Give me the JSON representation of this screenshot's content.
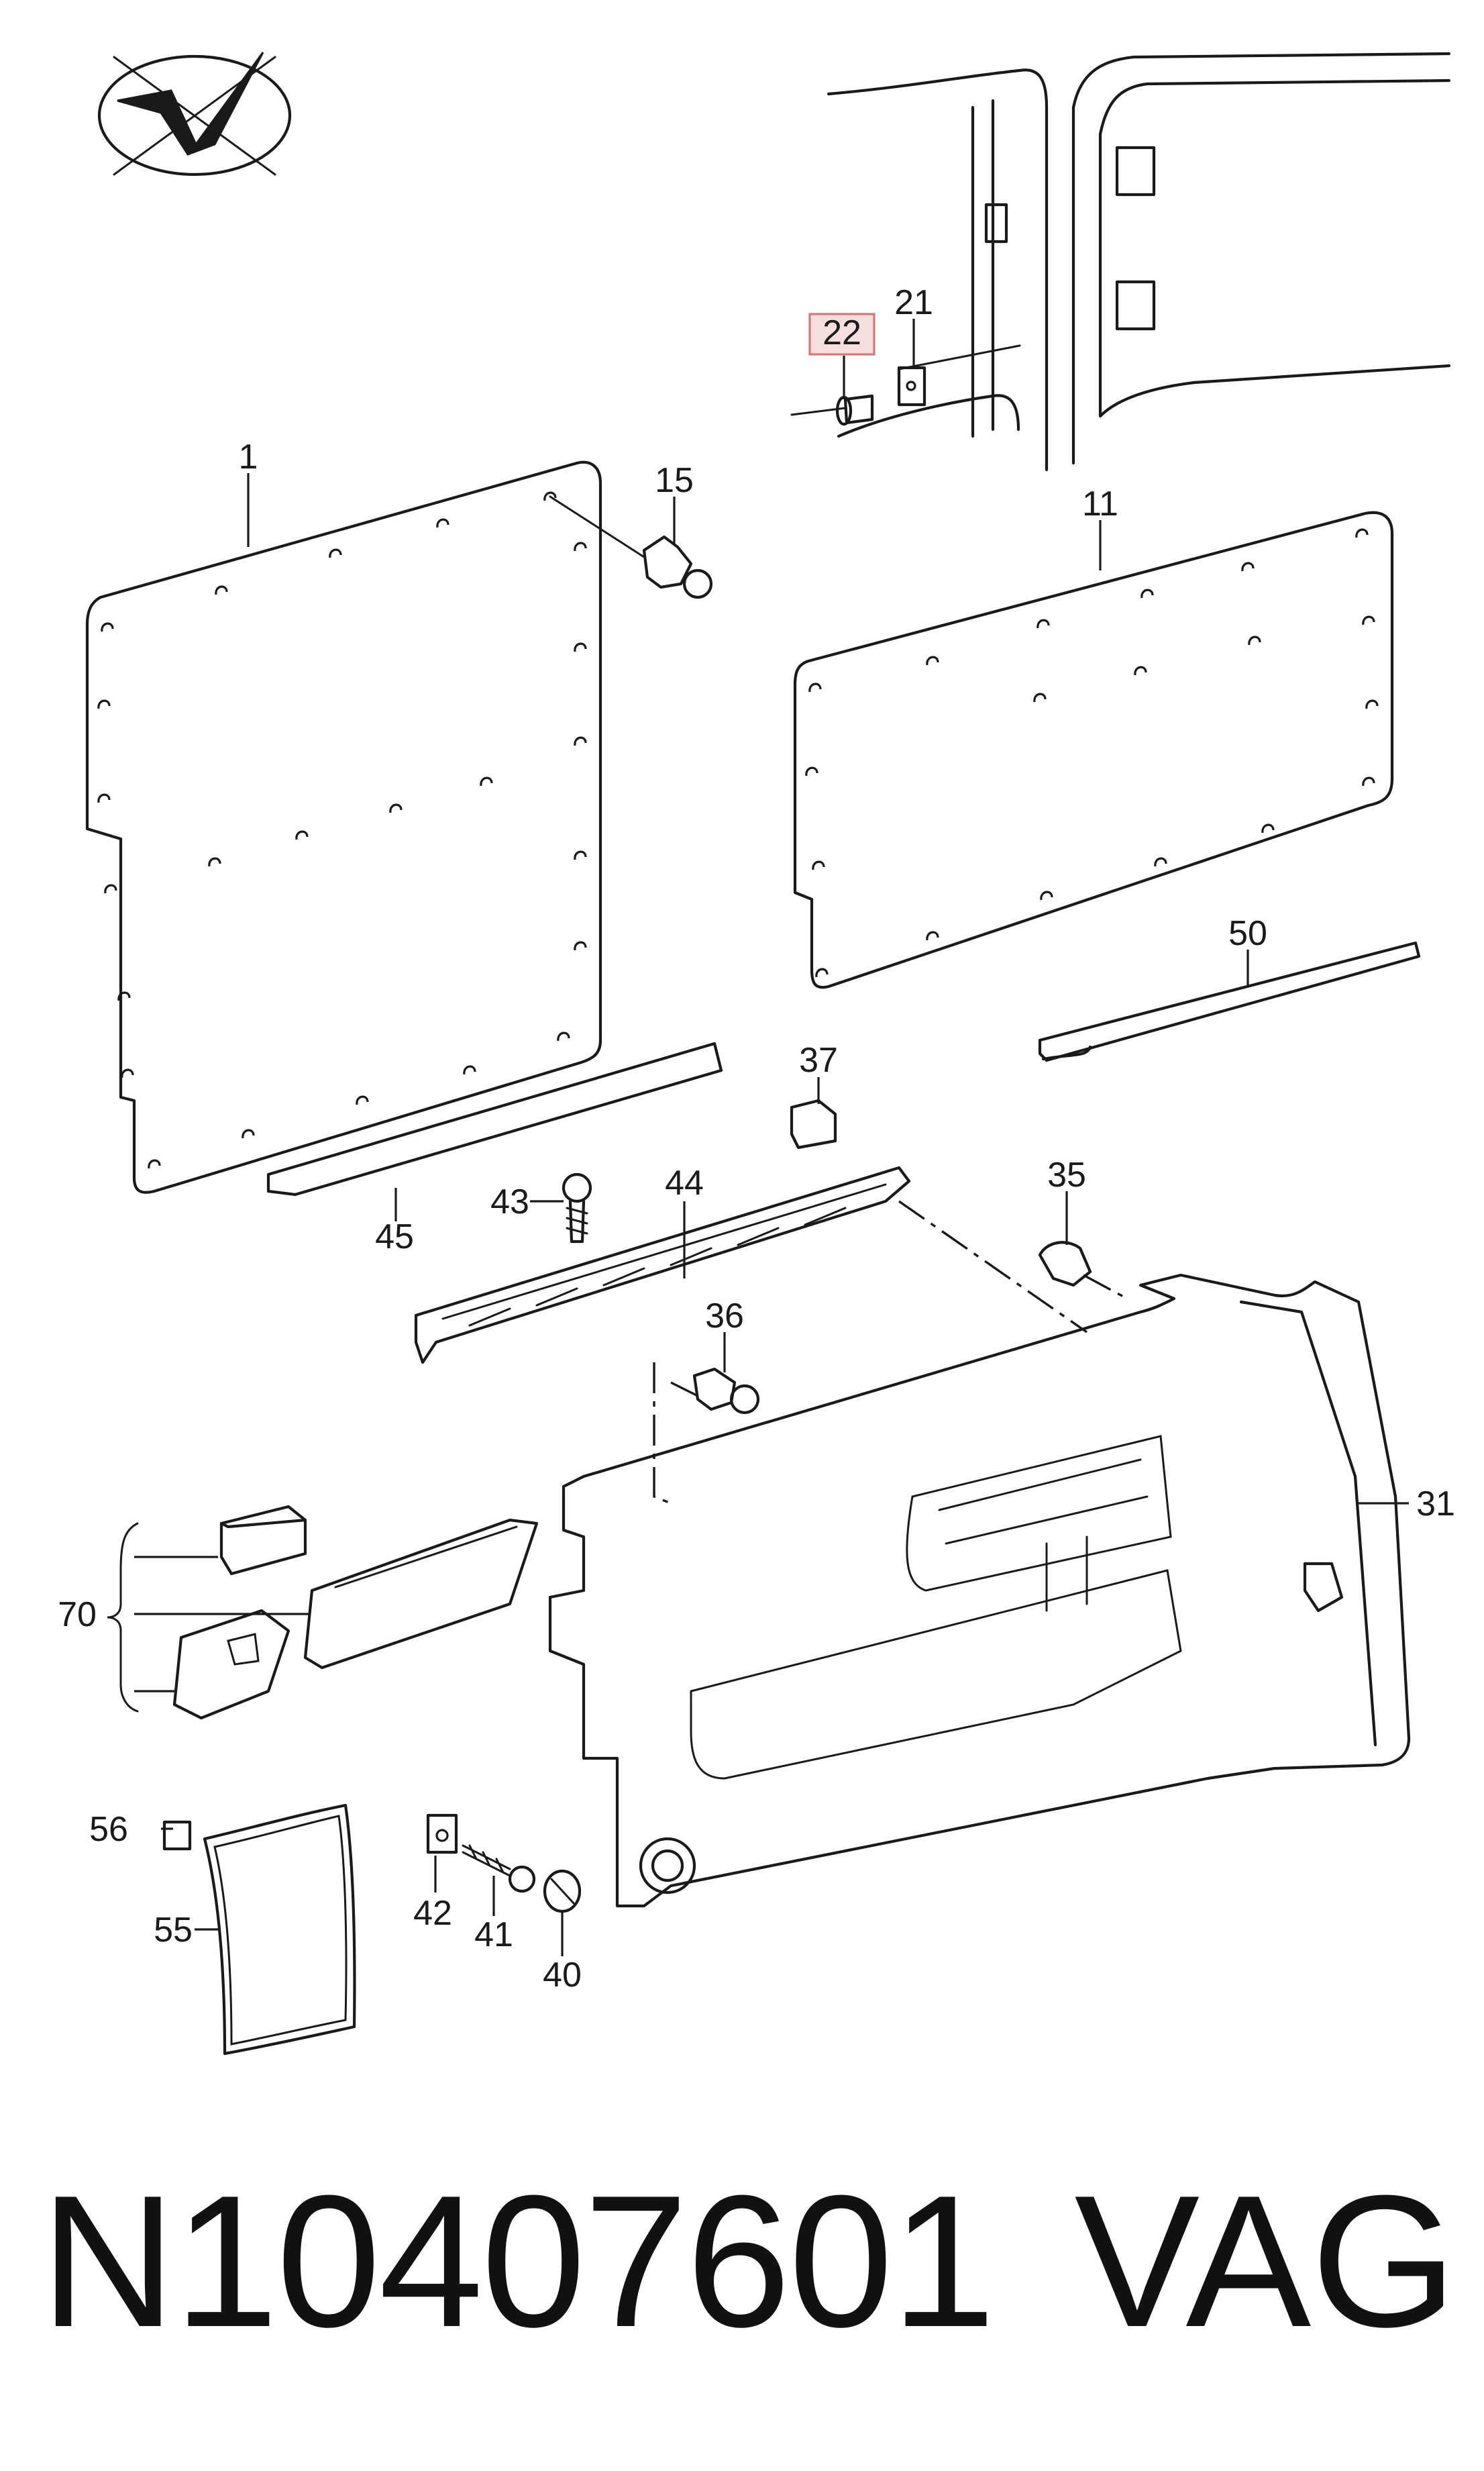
{
  "diagram": {
    "callouts": [
      {
        "id": "22",
        "label": "22",
        "highlight": true
      },
      {
        "id": "21",
        "label": "21"
      },
      {
        "id": "1",
        "label": "1"
      },
      {
        "id": "15",
        "label": "15"
      },
      {
        "id": "11",
        "label": "11"
      },
      {
        "id": "50",
        "label": "50"
      },
      {
        "id": "37",
        "label": "37"
      },
      {
        "id": "44",
        "label": "44"
      },
      {
        "id": "35",
        "label": "35"
      },
      {
        "id": "43",
        "label": "43"
      },
      {
        "id": "45",
        "label": "45"
      },
      {
        "id": "36",
        "label": "36"
      },
      {
        "id": "31",
        "label": "31"
      },
      {
        "id": "70",
        "label": "70"
      },
      {
        "id": "56",
        "label": "56"
      },
      {
        "id": "55",
        "label": "55"
      },
      {
        "id": "42",
        "label": "42"
      },
      {
        "id": "41",
        "label": "41"
      },
      {
        "id": "40",
        "label": "40"
      }
    ],
    "highlight_color": "#f4dede"
  },
  "footer": {
    "part_number": "N10407601",
    "brand": "VAG"
  },
  "logo": {
    "icon": "checkmark-emblem-icon"
  }
}
